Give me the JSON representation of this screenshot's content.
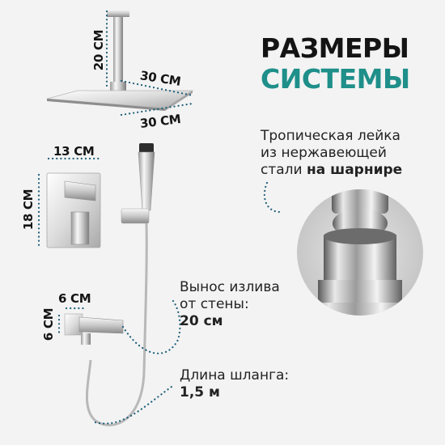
{
  "colors": {
    "accent": "#1f8f8a",
    "chrome_light": "#f4f4f4",
    "chrome_dark": "#8a8a8a",
    "dot": "#1f5f7a"
  },
  "title": {
    "line1": "РАЗМЕРЫ",
    "line2": "СИСТЕМЫ"
  },
  "dimensions": {
    "rod_height": "20 СМ",
    "head_width": "30 СМ",
    "head_depth": "30 СМ",
    "mixer_width": "13 СМ",
    "mixer_height": "18 СМ",
    "spout_width": "6 СМ",
    "spout_height": "6 СМ"
  },
  "features": {
    "rain_head": {
      "line1": "Тропическая лейка",
      "line2": "из нержавеющей",
      "line3_plain": "стали ",
      "line3_bold": "на шарнире"
    },
    "spout": {
      "line1": "Вынос излива",
      "line2": "от стены:",
      "value": "20 см"
    },
    "hose": {
      "line1": "Длина шланга:",
      "value": "1,5 м"
    }
  },
  "icons": {
    "rain_shower": "rain-shower-head-icon",
    "hand_shower": "hand-shower-icon",
    "mixer": "concealed-mixer-icon",
    "spout": "bath-spout-icon",
    "joint": "ball-joint-closeup-icon"
  }
}
